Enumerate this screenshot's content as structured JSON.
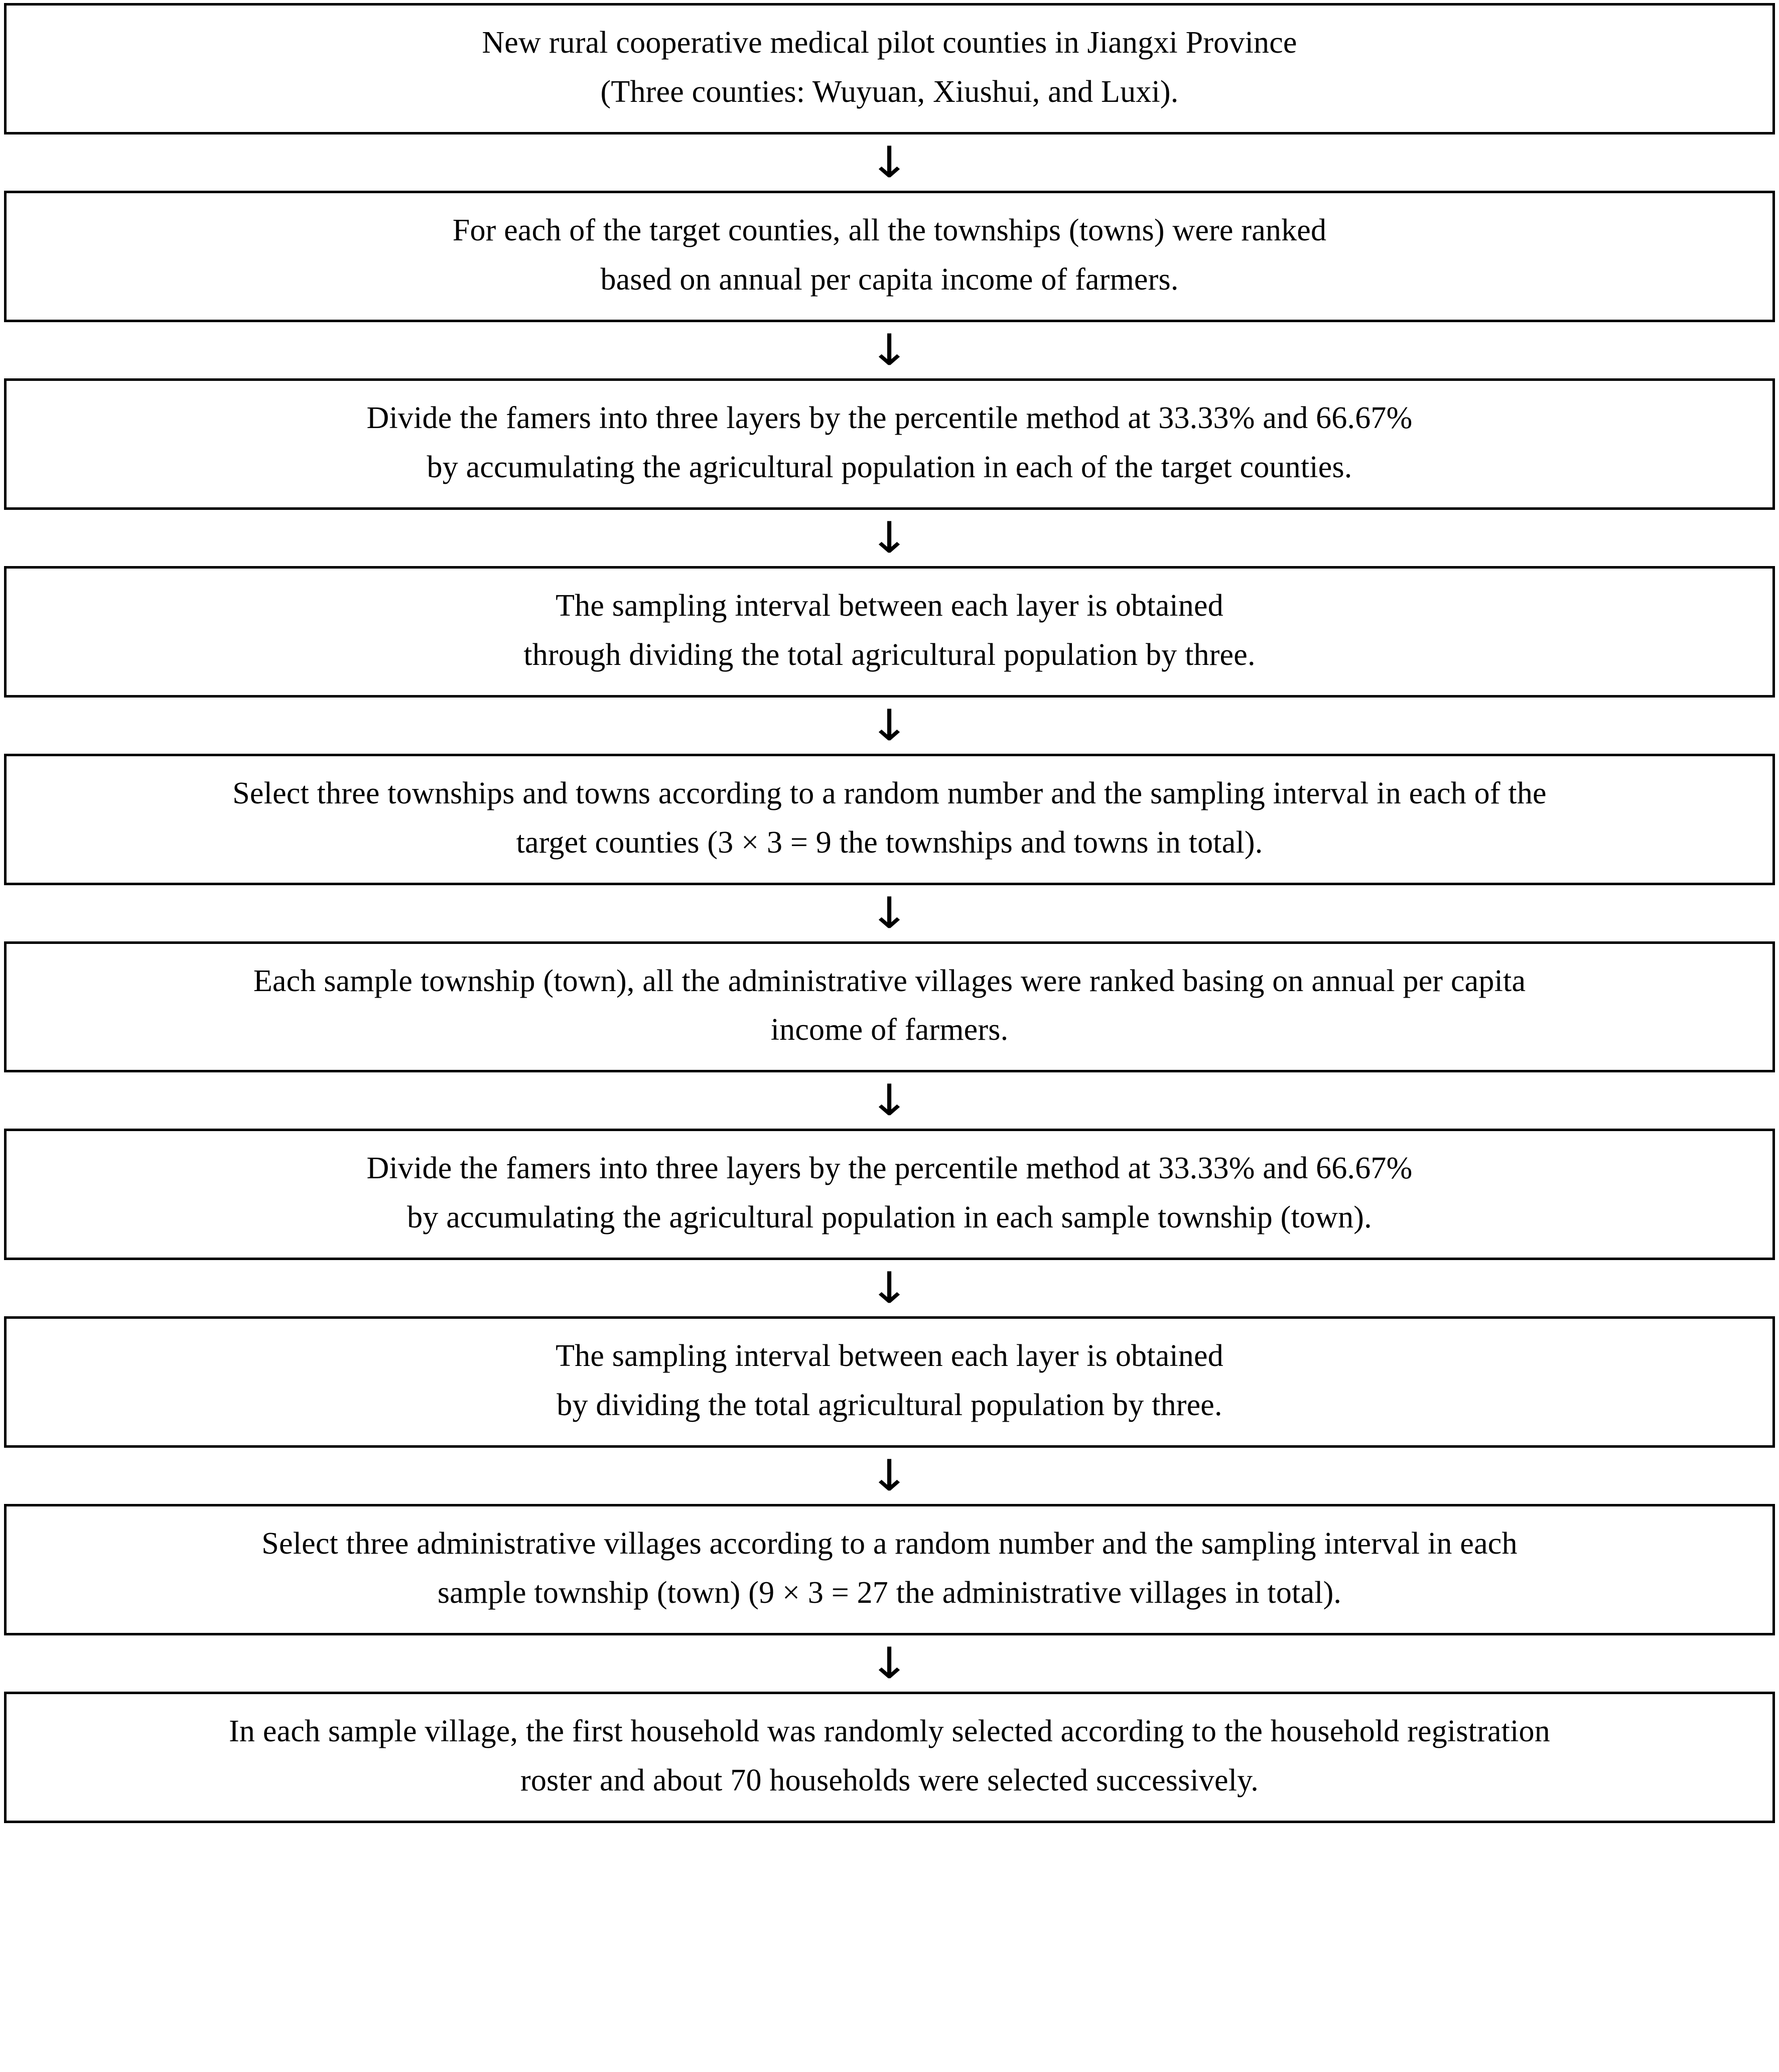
{
  "diagram": {
    "title": "Sampling procedure flowchart",
    "arrow_glyph": "↓",
    "arrow_name": "down-arrow",
    "border_color": "#000000",
    "background_color": "#ffffff",
    "text_color": "#000000",
    "steps": [
      {
        "id": "step-1",
        "name": "pilot-counties",
        "lines": [
          "New rural cooperative medical pilot counties in Jiangxi Province",
          "(Three counties: Wuyuan, Xiushui, and Luxi)."
        ]
      },
      {
        "id": "step-2",
        "name": "rank-townships",
        "lines": [
          "For each of the target counties, all the townships (towns) were ranked",
          "based on annual per capita income of farmers."
        ]
      },
      {
        "id": "step-3",
        "name": "divide-layers-county",
        "lines": [
          "Divide the famers into three layers by the percentile method at 33.33% and 66.67%",
          "by accumulating the agricultural population in each of the target counties."
        ]
      },
      {
        "id": "step-4",
        "name": "sampling-interval-county",
        "lines": [
          "The sampling interval between each layer is obtained",
          "through dividing the total agricultural population by three."
        ]
      },
      {
        "id": "step-5",
        "name": "select-townships",
        "lines": [
          "Select three townships and towns according to a random number and the sampling interval in each of the",
          "target counties (3 × 3 = 9 the townships and towns in total)."
        ]
      },
      {
        "id": "step-6",
        "name": "rank-villages",
        "lines": [
          "Each sample township (town), all the administrative villages were ranked basing on annual per capita",
          "income of farmers."
        ]
      },
      {
        "id": "step-7",
        "name": "divide-layers-township",
        "lines": [
          "Divide the famers into three layers by the percentile method at 33.33% and 66.67%",
          "by accumulating the agricultural population in each sample township (town)."
        ]
      },
      {
        "id": "step-8",
        "name": "sampling-interval-township",
        "lines": [
          "The sampling interval between each layer is obtained",
          "by dividing the total agricultural population by three."
        ]
      },
      {
        "id": "step-9",
        "name": "select-villages",
        "lines": [
          "Select three administrative villages according to a random number and the sampling interval in each",
          "sample township (town) (9 × 3 = 27 the administrative villages in total)."
        ]
      },
      {
        "id": "step-10",
        "name": "select-households",
        "lines": [
          "In each sample village, the first household was randomly selected according to the household registration",
          "roster and about 70 households were selected successively."
        ]
      }
    ]
  }
}
